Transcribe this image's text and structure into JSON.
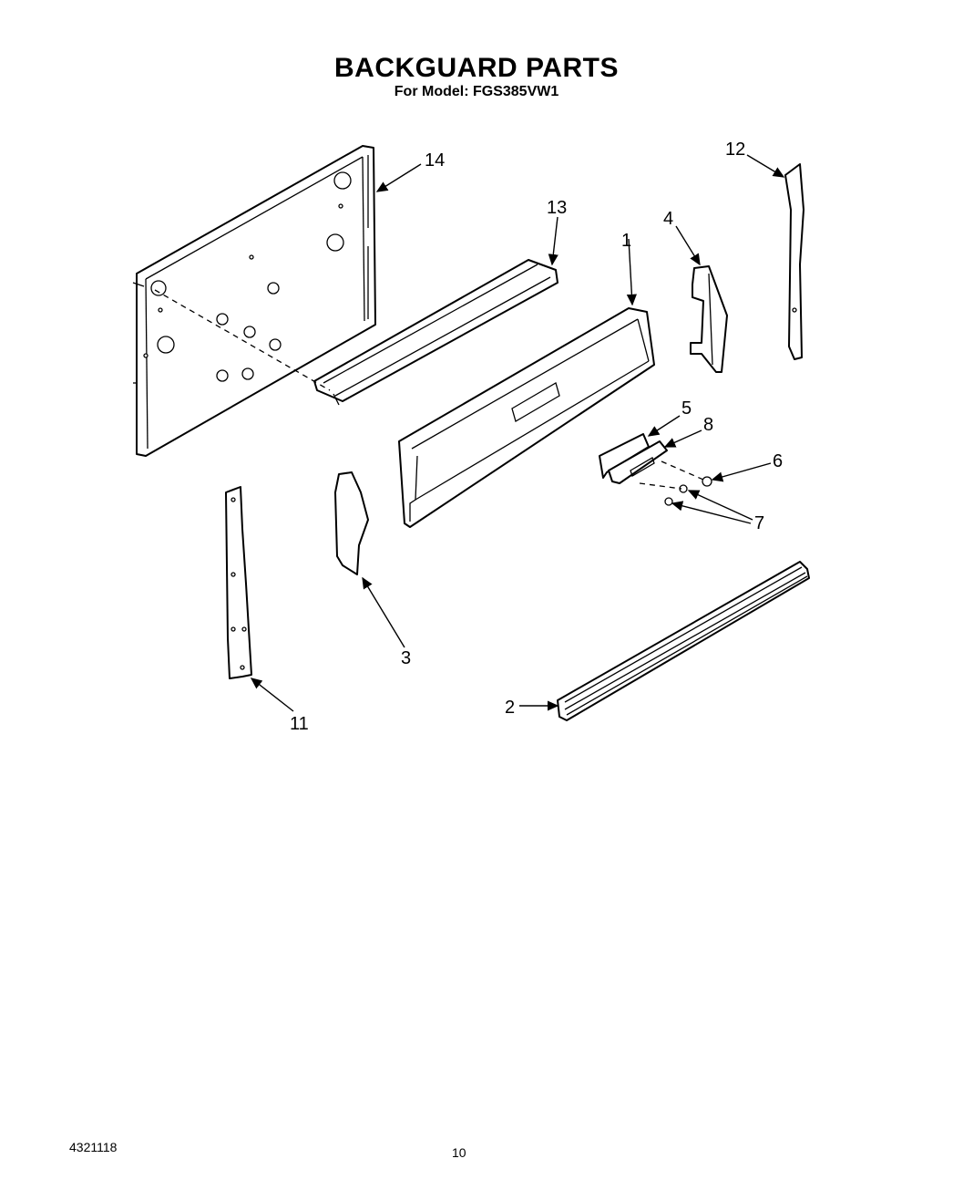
{
  "header": {
    "title": "BACKGUARD PARTS",
    "subtitle": "For Model: FGS385VW1"
  },
  "footer": {
    "doc_number": "4321118",
    "page_number": "10"
  },
  "callouts": {
    "p1": "1",
    "p2": "2",
    "p3": "3",
    "p4": "4",
    "p5": "5",
    "p6": "6",
    "p7": "7",
    "p8": "8",
    "p11": "11",
    "p12": "12",
    "p13": "13",
    "p14": "14"
  }
}
